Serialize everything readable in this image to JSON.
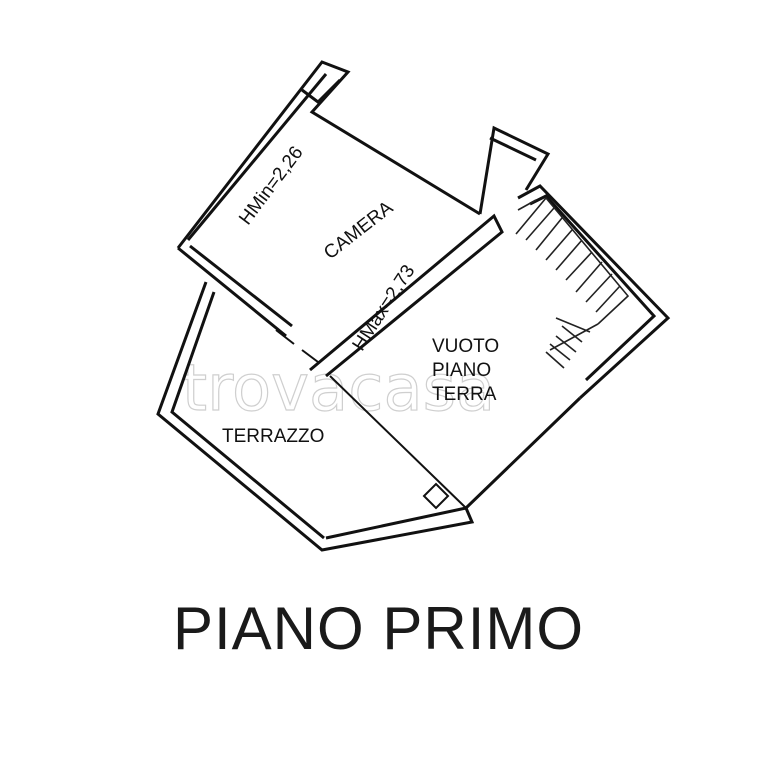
{
  "floor_title": "PIANO PRIMO",
  "watermark": "trovacasa",
  "rooms": {
    "camera": "CAMERA",
    "terrazzo": "TERRAZZO",
    "vuoto_line1": "VUOTO",
    "vuoto_line2": "PIANO",
    "vuoto_line3": "TERRA"
  },
  "heights": {
    "min": "HMin=2,26",
    "max": "HMax=2,73"
  }
}
